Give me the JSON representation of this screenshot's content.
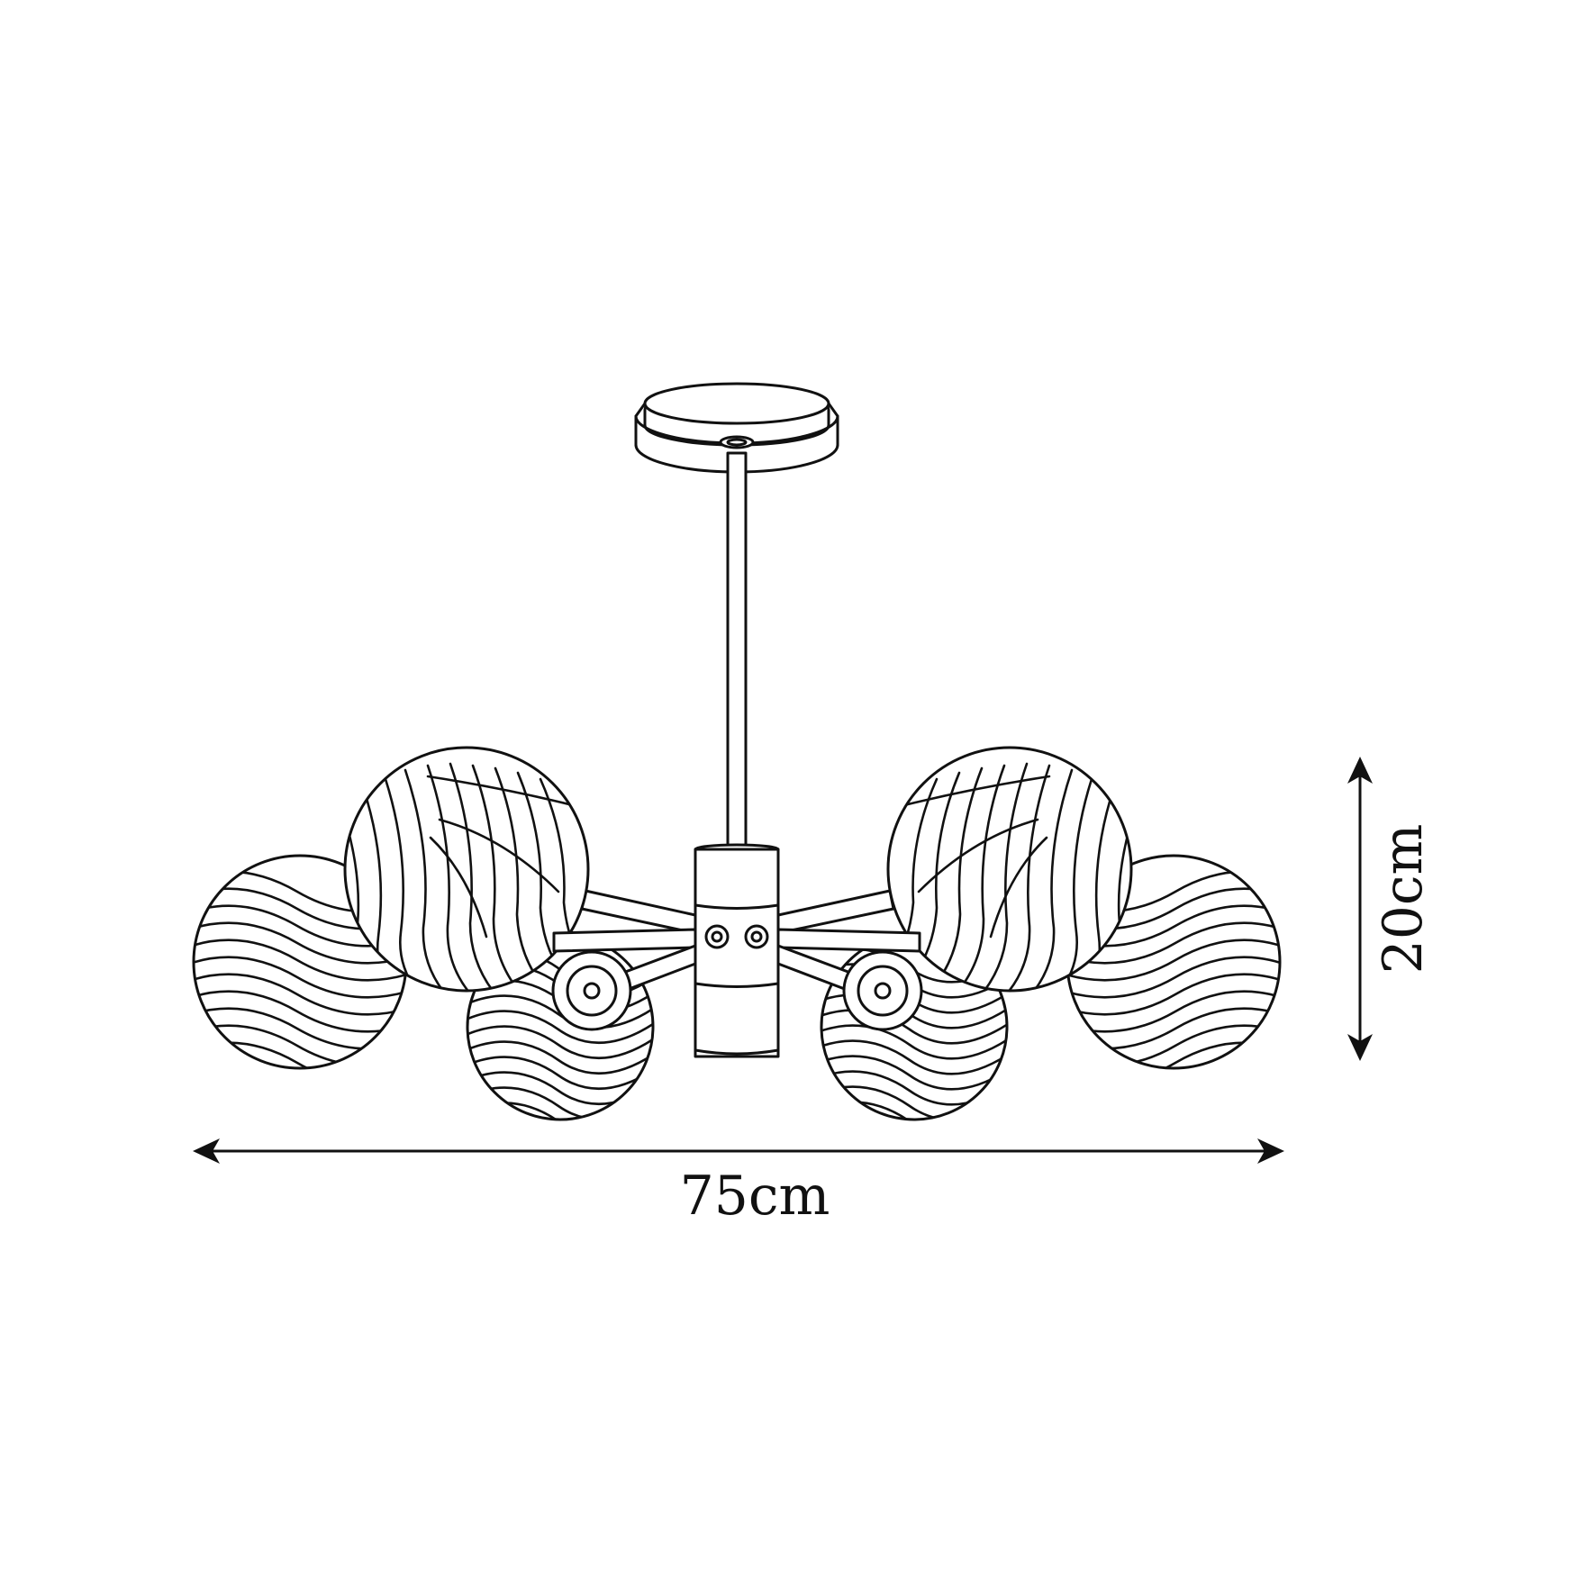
{
  "dimensions": {
    "width_label": "75cm",
    "height_label": "20cm"
  },
  "colors": {
    "line": "#111111",
    "background": "#ffffff",
    "fill": "#ffffff"
  },
  "fixture": {
    "globe_count": 6
  }
}
